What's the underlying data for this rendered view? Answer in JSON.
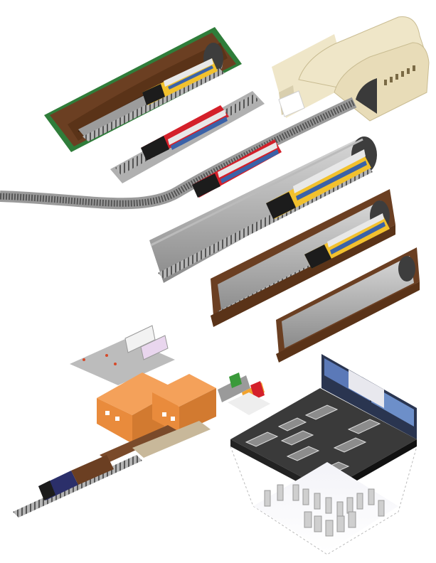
{
  "illustration": {
    "subject": "",
    "colors": {
      "background": "#ffffff",
      "rail": "#9a9a9a",
      "tunnel_concrete": "#8c8c8c",
      "soil": "#6b3f22",
      "grass": "#2f7d3a",
      "station": "#efe6c8",
      "train_yellow": "#f2c12e",
      "train_red": "#d4202a",
      "train_black": "#1c1c1c",
      "warehouse": "#e98b3c",
      "control_room_floor": "#3a3a3a",
      "screen_wall": "#2a3550"
    },
    "trains": [
      {
        "name": "yellow-double-deck-train",
        "icon": "train-icon"
      },
      {
        "name": "red-double-deck-train",
        "icon": "train-icon"
      },
      {
        "name": "red-double-deck-train-2",
        "icon": "train-icon"
      },
      {
        "name": "yellow-double-deck-train-2",
        "icon": "train-icon"
      },
      {
        "name": "yellow-double-deck-train-3",
        "icon": "train-icon"
      },
      {
        "name": "blue-freight-locomotive",
        "icon": "locomotive-icon"
      }
    ],
    "control_room_desks": 8,
    "server_racks": 16
  }
}
